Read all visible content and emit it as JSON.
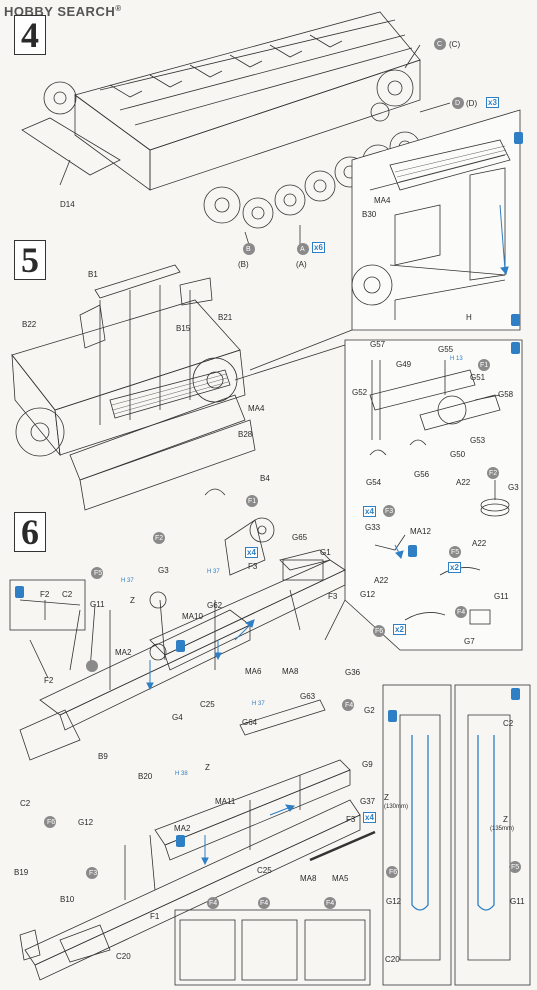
{
  "brand": {
    "logo_text": "HOBBY SEARCH",
    "registered_mark": "®"
  },
  "steps": [
    "4",
    "5",
    "6"
  ],
  "step4": {
    "labels": {
      "d14": "D14",
      "c": "C",
      "c_paren": "(C)",
      "d": "D",
      "d_paren": "(D)",
      "mult_d": "x3",
      "b": "B",
      "b_paren": "(B)",
      "a": "A",
      "a_paren": "(A)",
      "mult_a": "x6",
      "ma4": "MA4",
      "b30": "B30",
      "h": "H"
    }
  },
  "step5": {
    "labels": {
      "b1": "B1",
      "b22": "B22",
      "b21": "B21",
      "b15": "B15",
      "ma4": "MA4",
      "b28": "B28",
      "b4": "B4"
    }
  },
  "detail_panel": {
    "labels": {
      "g57": "G57",
      "g55": "G55",
      "g49": "G49",
      "f1": "F1",
      "g51": "G51",
      "g52": "G52",
      "g58": "G58",
      "g53": "G53",
      "g50": "G50",
      "g54": "G54",
      "g56": "G56",
      "a22a": "A22",
      "f2": "F2",
      "g3": "G3",
      "mult_f3": "x4",
      "f3": "F3",
      "g33": "G33",
      "ma12": "MA12",
      "a22b": "A22",
      "f5": "F5",
      "mult_f5": "x2",
      "a22c": "A22",
      "g12": "G12",
      "g11": "G11",
      "f6": "F6",
      "mult_f6": "x2",
      "f4": "F4",
      "g7": "G7",
      "h_note": "H 13"
    }
  },
  "step6": {
    "labels": {
      "f1": "F1",
      "f2": "F2",
      "g3": "G3",
      "mult_g": "x4",
      "f3": "F3",
      "g65": "G65",
      "g1": "G1",
      "f5": "F5",
      "g11": "G11",
      "z": "Z",
      "g62": "G62",
      "ma10": "MA10",
      "f3b": "F3",
      "ma2": "MA2",
      "g4": "G4",
      "c25": "C25",
      "ma6": "MA6",
      "ma8": "MA8",
      "g36": "G36",
      "g63": "G63",
      "f2b": "F2",
      "f4": "F4",
      "g2": "G2",
      "g64": "G64",
      "b9": "B9",
      "b20": "B20",
      "c2": "C2",
      "z2": "Z",
      "g9": "G9",
      "f6": "F6",
      "g12": "G12",
      "ma11": "MA11",
      "g37": "G37",
      "f3c": "F3",
      "mult_f3": "x4",
      "ma2b": "MA2",
      "c25b": "C25",
      "ma8b": "MA8",
      "ma5": "MA5",
      "f3d": "F3",
      "b19": "B19",
      "b10": "B10",
      "f1b": "F1",
      "c20": "C20",
      "inset_f2": "F2",
      "inset_c2": "C2",
      "f4a": "F4",
      "f4b": "F4",
      "f4c": "F4"
    },
    "notes": {
      "h37a": "H 37",
      "h37b": "H 37",
      "h37c": "H 37",
      "h38": "H 38"
    }
  },
  "side_left": {
    "labels": {
      "z": "Z",
      "z_len": "(130mm)",
      "f6": "F6",
      "g12": "G12",
      "c20": "C20"
    }
  },
  "side_right": {
    "labels": {
      "c2": "C2",
      "z": "Z",
      "z_len": "(135mm)",
      "f5": "F5",
      "g11": "G11"
    }
  },
  "colors": {
    "accent_blue": "#2f7fc4",
    "grey_part": "#8a8a8a",
    "line": "#333333"
  }
}
